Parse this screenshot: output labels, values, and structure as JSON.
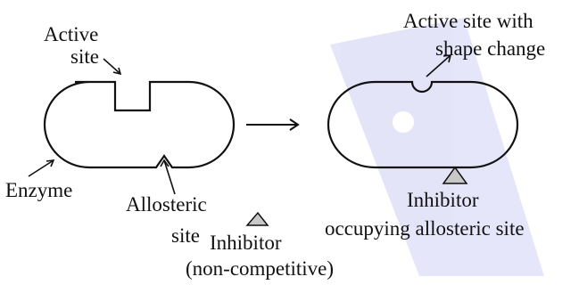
{
  "labels": {
    "active_site_line1": "Active",
    "active_site_line2": "site",
    "enzyme": "Enzyme",
    "allosteric_line1": "Allosteric",
    "allosteric_line2": "site",
    "inhibitor": "Inhibitor",
    "inhibitor_type": "(non-competitive)",
    "changed_site_line1": "Active site with",
    "changed_site_line2": "shape change",
    "occupied_line1": "Inhibitor",
    "occupied_line2": "occupying allosteric site"
  },
  "colors": {
    "outline": "#111111",
    "inhibitor_fill": "#c8c8c8",
    "watermark": "#3b3bd6"
  }
}
